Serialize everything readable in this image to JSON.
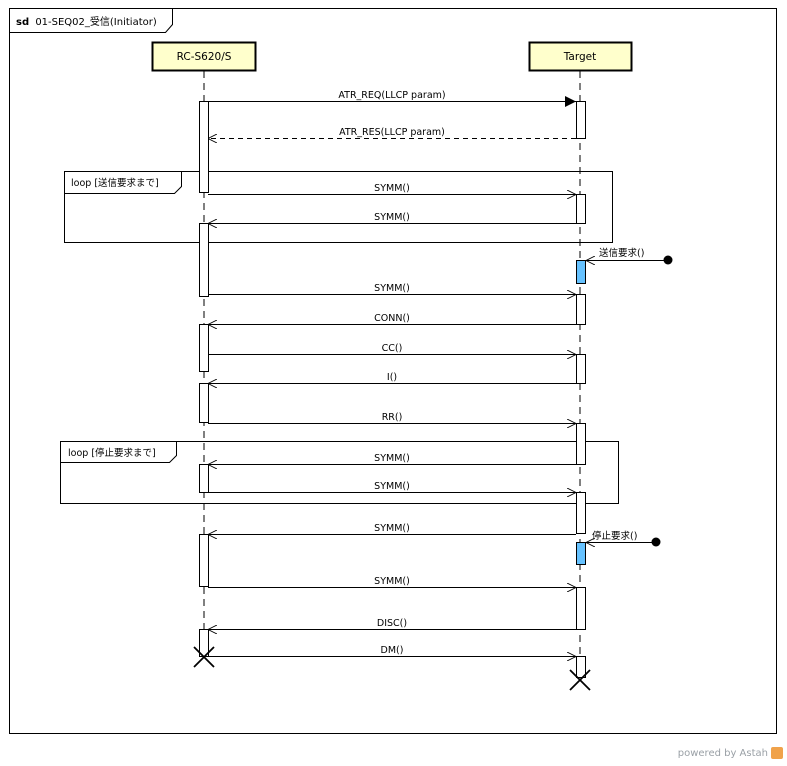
{
  "frame": {
    "prefix": "sd",
    "title": "01-SEQ02_受信(Initiator)"
  },
  "lifelines": [
    {
      "id": "rc",
      "label": "RC-S620/S"
    },
    {
      "id": "target",
      "label": "Target"
    }
  ],
  "loops": [
    {
      "label": "loop  [送信要求まで]"
    },
    {
      "label": "loop  [停止要求まで]"
    }
  ],
  "messages": [
    {
      "label": "ATR_REQ(LLCP param)",
      "dir": "right",
      "kind": "sync"
    },
    {
      "label": "ATR_RES(LLCP param)",
      "dir": "left",
      "kind": "return"
    },
    {
      "label": "SYMM()",
      "dir": "right",
      "kind": "async"
    },
    {
      "label": "SYMM()",
      "dir": "left",
      "kind": "async"
    },
    {
      "label": "送信要求()",
      "dir": "found",
      "kind": "found"
    },
    {
      "label": "SYMM()",
      "dir": "right",
      "kind": "async"
    },
    {
      "label": "CONN()",
      "dir": "left",
      "kind": "async"
    },
    {
      "label": "CC()",
      "dir": "right",
      "kind": "async"
    },
    {
      "label": "I()",
      "dir": "left",
      "kind": "async"
    },
    {
      "label": "RR()",
      "dir": "right",
      "kind": "async"
    },
    {
      "label": "SYMM()",
      "dir": "left",
      "kind": "async"
    },
    {
      "label": "SYMM()",
      "dir": "right",
      "kind": "async"
    },
    {
      "label": "SYMM()",
      "dir": "left",
      "kind": "async"
    },
    {
      "label": "停止要求()",
      "dir": "found",
      "kind": "found"
    },
    {
      "label": "SYMM()",
      "dir": "right",
      "kind": "async"
    },
    {
      "label": "DISC()",
      "dir": "left",
      "kind": "async"
    },
    {
      "label": "DM()",
      "dir": "right",
      "kind": "async"
    }
  ],
  "colors": {
    "lifeline_head_fill": "#ffffcc",
    "activation_highlight": "#66c2ff",
    "line": "#000000"
  },
  "watermark": {
    "text": "powered by Astah"
  }
}
